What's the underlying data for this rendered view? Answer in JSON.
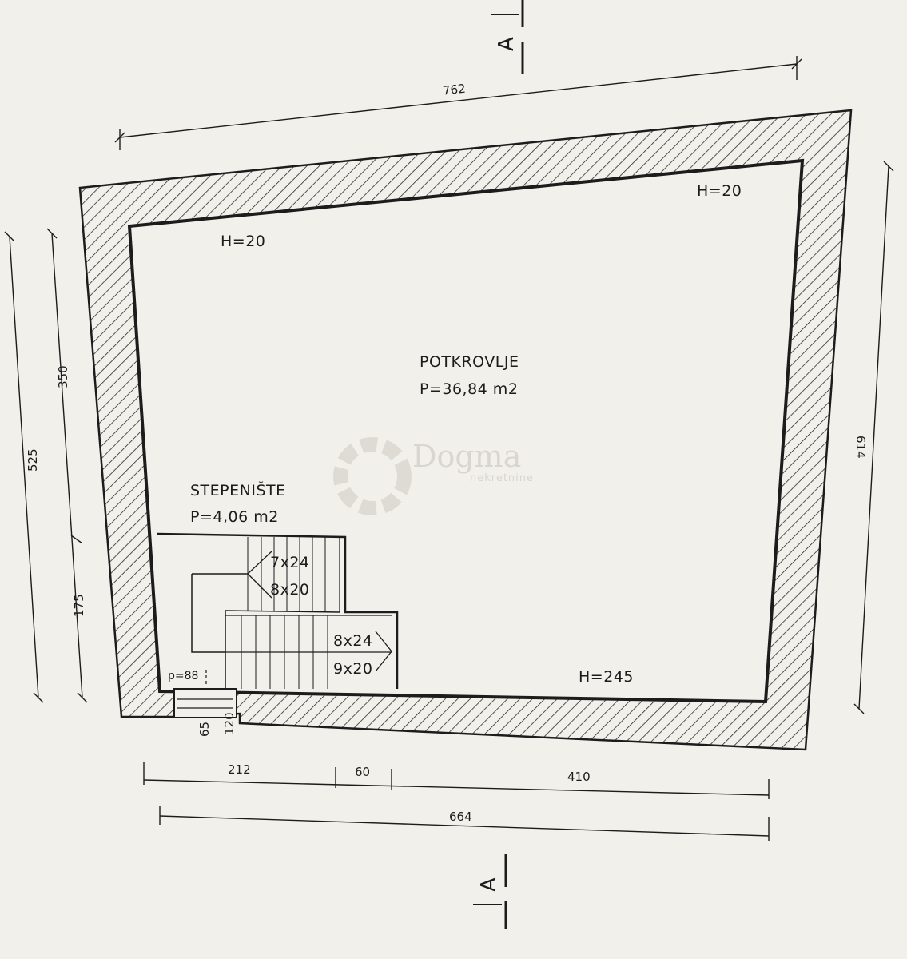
{
  "rooms": {
    "attic": {
      "name": "POTKROVLJE",
      "area": "P=36,84 m2"
    },
    "stairwell": {
      "name": "STEPENIŠTE",
      "area": "P=4,06 m2"
    }
  },
  "heights": {
    "top_left": "H=20",
    "top_right": "H=20",
    "bottom_right": "H=245"
  },
  "stairs": {
    "upper_a": "7x24",
    "upper_b": "8x20",
    "lower_a": "8x24",
    "lower_b": "9x20",
    "landing": "p=88"
  },
  "dimensions": {
    "top": "762",
    "right": "614",
    "left_outer": "525",
    "left_inner_upper": "350",
    "left_inner_lower": "175",
    "bottom_1": "212",
    "bottom_2": "60",
    "bottom_3": "410",
    "bottom_total": "664",
    "step_a": "65",
    "step_b": "120"
  },
  "section_marks": {
    "top": "A",
    "bottom": "A"
  },
  "watermark": {
    "brand": "Dogma",
    "sub": "nekretnine"
  }
}
